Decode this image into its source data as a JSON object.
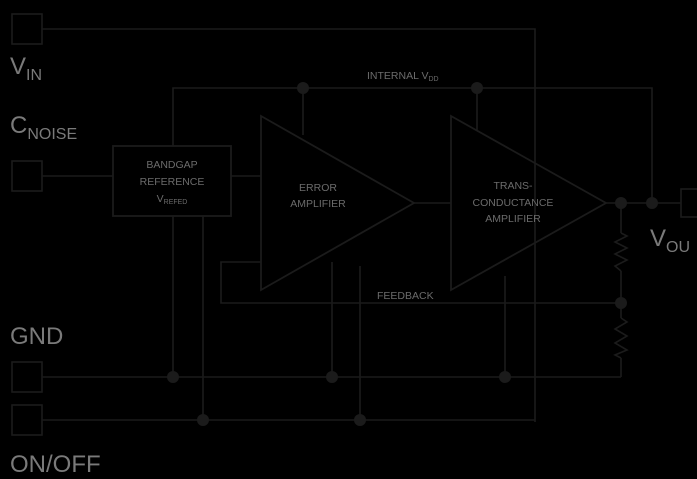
{
  "background_color": "#000000",
  "line_color": "#1b1b1b",
  "label_color": "#6b6b6b",
  "pins": {
    "vin": {
      "main": "V",
      "sub": "IN"
    },
    "cnoise": {
      "main": "C",
      "sub": "NOISE"
    },
    "gnd": {
      "main": "GND"
    },
    "onoff": {
      "main": "ON/OFF"
    },
    "vout": {
      "main": "V",
      "sub": "OU"
    }
  },
  "blocks": {
    "bandgap": {
      "line1": "BANDGAP",
      "line2": "REFERENCE",
      "line3_main": "V",
      "line3_sub": "REFED"
    },
    "error_amp": {
      "line1": "ERROR",
      "line2": "AMPLIFIER"
    },
    "transconductance_amp": {
      "line1": "TRANS-",
      "line2": "CONDUCTANCE",
      "line3": "AMPLIFIER"
    }
  },
  "nets": {
    "internal_vdd": {
      "main": "INTERNAL V",
      "sub": "DD"
    },
    "feedback": {
      "label": "FEEDBACK"
    }
  }
}
